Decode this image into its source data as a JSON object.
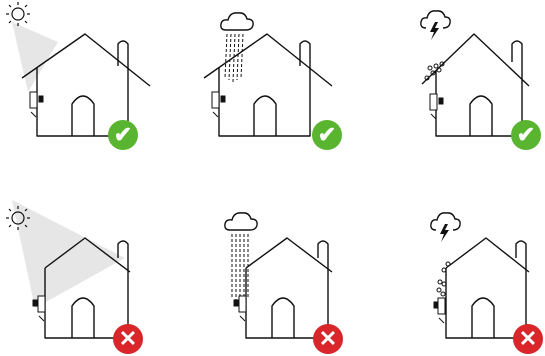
{
  "panels": [
    {
      "weather": "sun-icon",
      "status": "ok",
      "status_glyph": "✔",
      "status_color": "#59b52f"
    },
    {
      "weather": "rain-cloud-icon",
      "status": "ok",
      "status_glyph": "✔",
      "status_color": "#59b52f"
    },
    {
      "weather": "storm-cloud-icon",
      "status": "ok",
      "status_glyph": "✔",
      "status_color": "#59b52f"
    },
    {
      "weather": "sun-icon",
      "status": "bad",
      "status_glyph": "✕",
      "status_color": "#d8262b"
    },
    {
      "weather": "rain-cloud-icon",
      "status": "bad",
      "status_glyph": "✕",
      "status_color": "#d8262b"
    },
    {
      "weather": "storm-cloud-icon",
      "status": "bad",
      "status_glyph": "✕",
      "status_color": "#d8262b"
    }
  ]
}
